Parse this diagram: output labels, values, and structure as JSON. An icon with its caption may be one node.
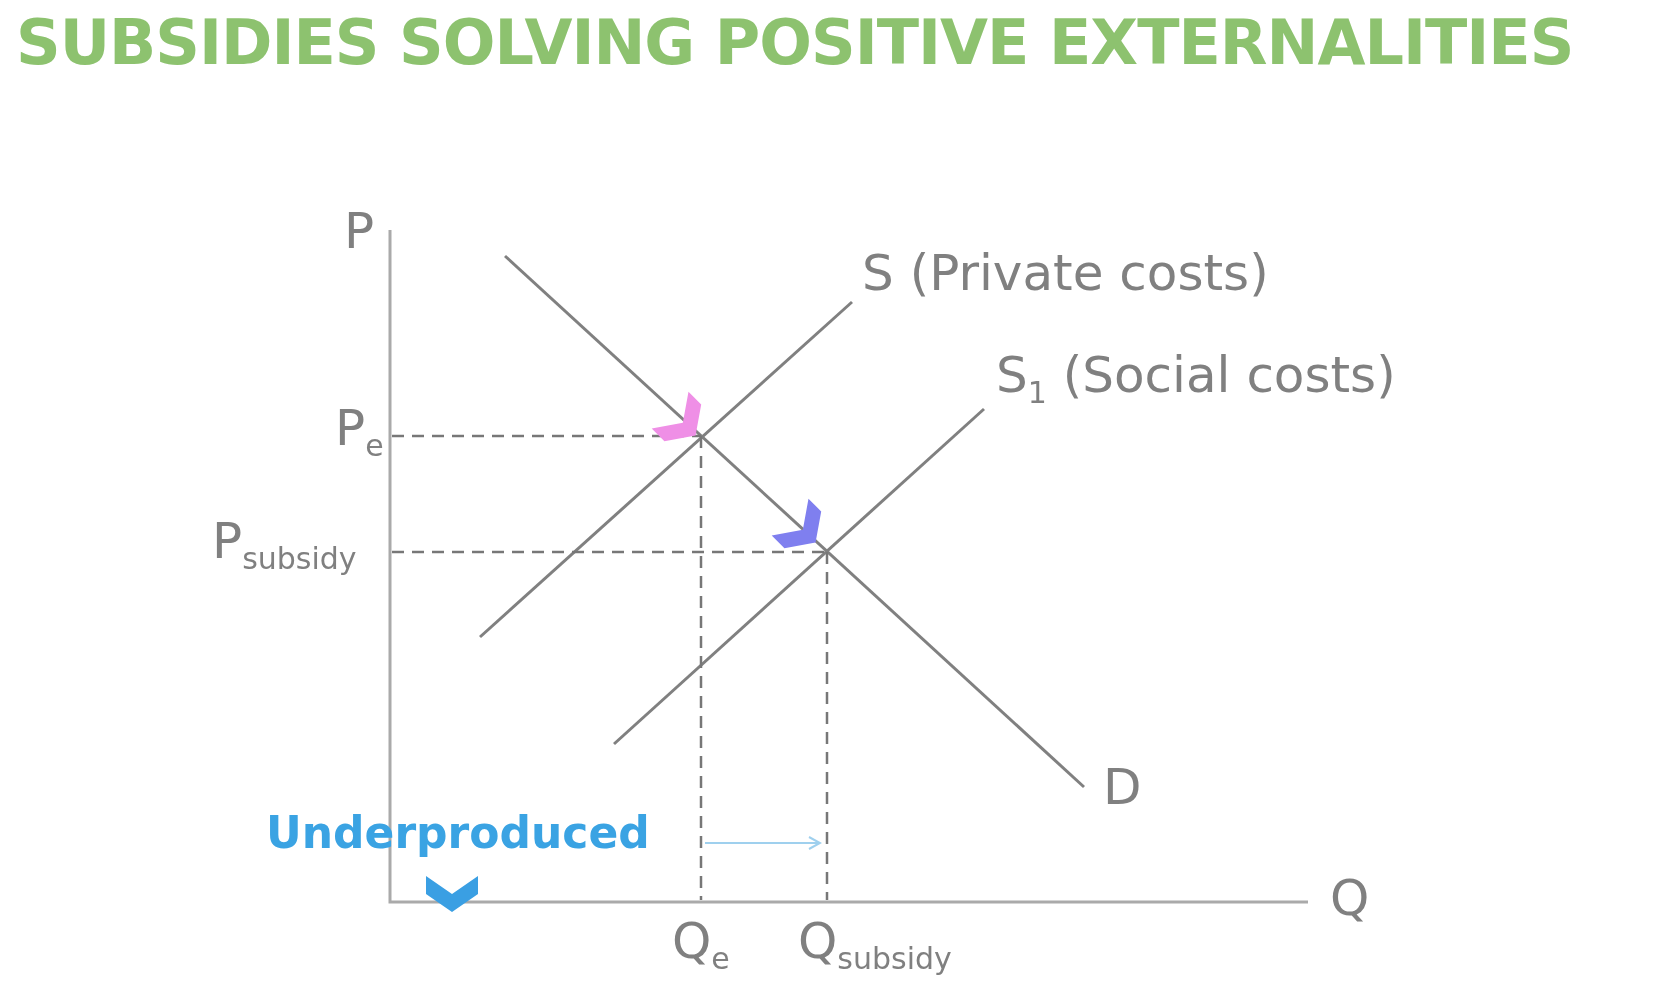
{
  "diagram": {
    "title": "SUBSIDIES SOLVING POSITIVE EXTERNALITIES",
    "labels": [
      "P",
      "S (Private costs)",
      "S$_{1}$ (Social costs)",
      "P$_{e}$",
      "P$_{subsidy}$",
      "D",
      "Underproduced",
      "Q",
      "Q$_{e}$",
      "Q$_{subsidy}$"
    ]
  }
}
